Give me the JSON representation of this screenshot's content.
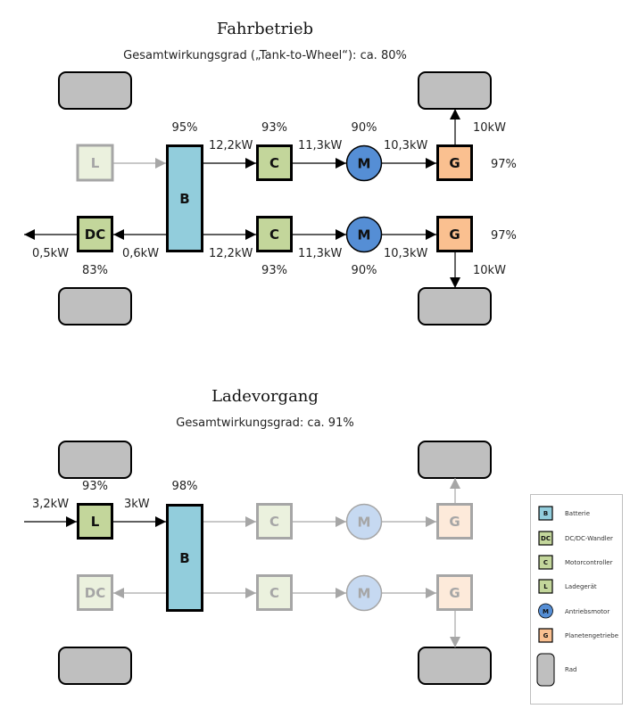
{
  "colors": {
    "battery": "#92CDDC",
    "green": "#C3D69B",
    "motor": "#558ED5",
    "gear": "#FAC090",
    "wheel": "#BFBFBF",
    "faded_green": "#EBF1DE",
    "faded_motor": "#C6D9F1",
    "faded_gear": "#FDEADA",
    "faded_stroke": "#A6A6A6"
  },
  "sections": {
    "drive": {
      "title": "Fahrbetrieb",
      "subtitle": "Gesamtwirkungsgrad („Tank-to-Wheel“): ca. 80%",
      "battery": {
        "label": "B",
        "efficiency": "95%"
      },
      "charger": {
        "label": "L"
      },
      "dcdc": {
        "label": "DC",
        "efficiency": "83%",
        "power_in": "0,6kW",
        "power_out": "0,5kW"
      },
      "upper": {
        "controller": {
          "label": "C",
          "efficiency": "93%",
          "power_in": "12,2kW"
        },
        "motor": {
          "label": "M",
          "efficiency": "90%",
          "power_in": "11,3kW"
        },
        "gear": {
          "label": "G",
          "efficiency": "97%",
          "power_in": "10,3kW",
          "power_out": "10kW"
        }
      },
      "lower": {
        "controller": {
          "label": "C",
          "efficiency": "93%",
          "power_in": "12,2kW"
        },
        "motor": {
          "label": "M",
          "efficiency": "90%",
          "power_in": "11,3kW"
        },
        "gear": {
          "label": "G",
          "efficiency": "97%",
          "power_in": "10,3kW",
          "power_out": "10kW"
        }
      }
    },
    "charging": {
      "title": "Ladevorgang",
      "subtitle": "Gesamtwirkungsgrad: ca. 91%",
      "battery": {
        "label": "B",
        "efficiency": "98%"
      },
      "charger": {
        "label": "L",
        "efficiency": "93%",
        "power_in": "3,2kW",
        "power_out": "3kW"
      },
      "dcdc": {
        "label": "DC"
      },
      "upper": {
        "controller": {
          "label": "C"
        },
        "motor": {
          "label": "M"
        },
        "gear": {
          "label": "G"
        }
      },
      "lower": {
        "controller": {
          "label": "C"
        },
        "motor": {
          "label": "M"
        },
        "gear": {
          "label": "G"
        }
      }
    }
  },
  "legend": {
    "items": [
      {
        "symbol": "B",
        "label": "Batterie"
      },
      {
        "symbol": "DC",
        "label": "DC/DC-Wandler"
      },
      {
        "symbol": "C",
        "label": "Motorcontroller"
      },
      {
        "symbol": "L",
        "label": "Ladegerät"
      },
      {
        "symbol": "M",
        "label": "Antriebsmotor"
      },
      {
        "symbol": "G",
        "label": "Planetengetriebe"
      },
      {
        "symbol": "",
        "label": "Rad"
      }
    ]
  }
}
